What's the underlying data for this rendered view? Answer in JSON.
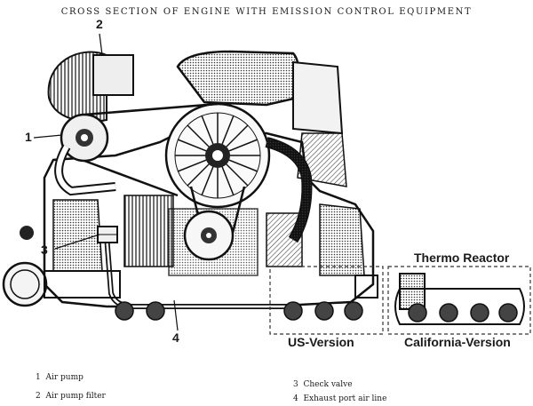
{
  "title": "CROSS SECTION OF ENGINE WITH EMISSION CONTROL EQUIPMENT",
  "callouts": {
    "c1": "1",
    "c2": "2",
    "c3": "3",
    "c4": "4"
  },
  "labels": {
    "thermo_reactor": "Thermo Reactor",
    "us_version": "US-Version",
    "california_version": "California-Version"
  },
  "legend": [
    {
      "num": "1",
      "text": "Air pump"
    },
    {
      "num": "2",
      "text": "Air pump filter"
    },
    {
      "num": "3",
      "text": "Check valve"
    },
    {
      "num": "4",
      "text": "Exhaust port air line"
    }
  ]
}
